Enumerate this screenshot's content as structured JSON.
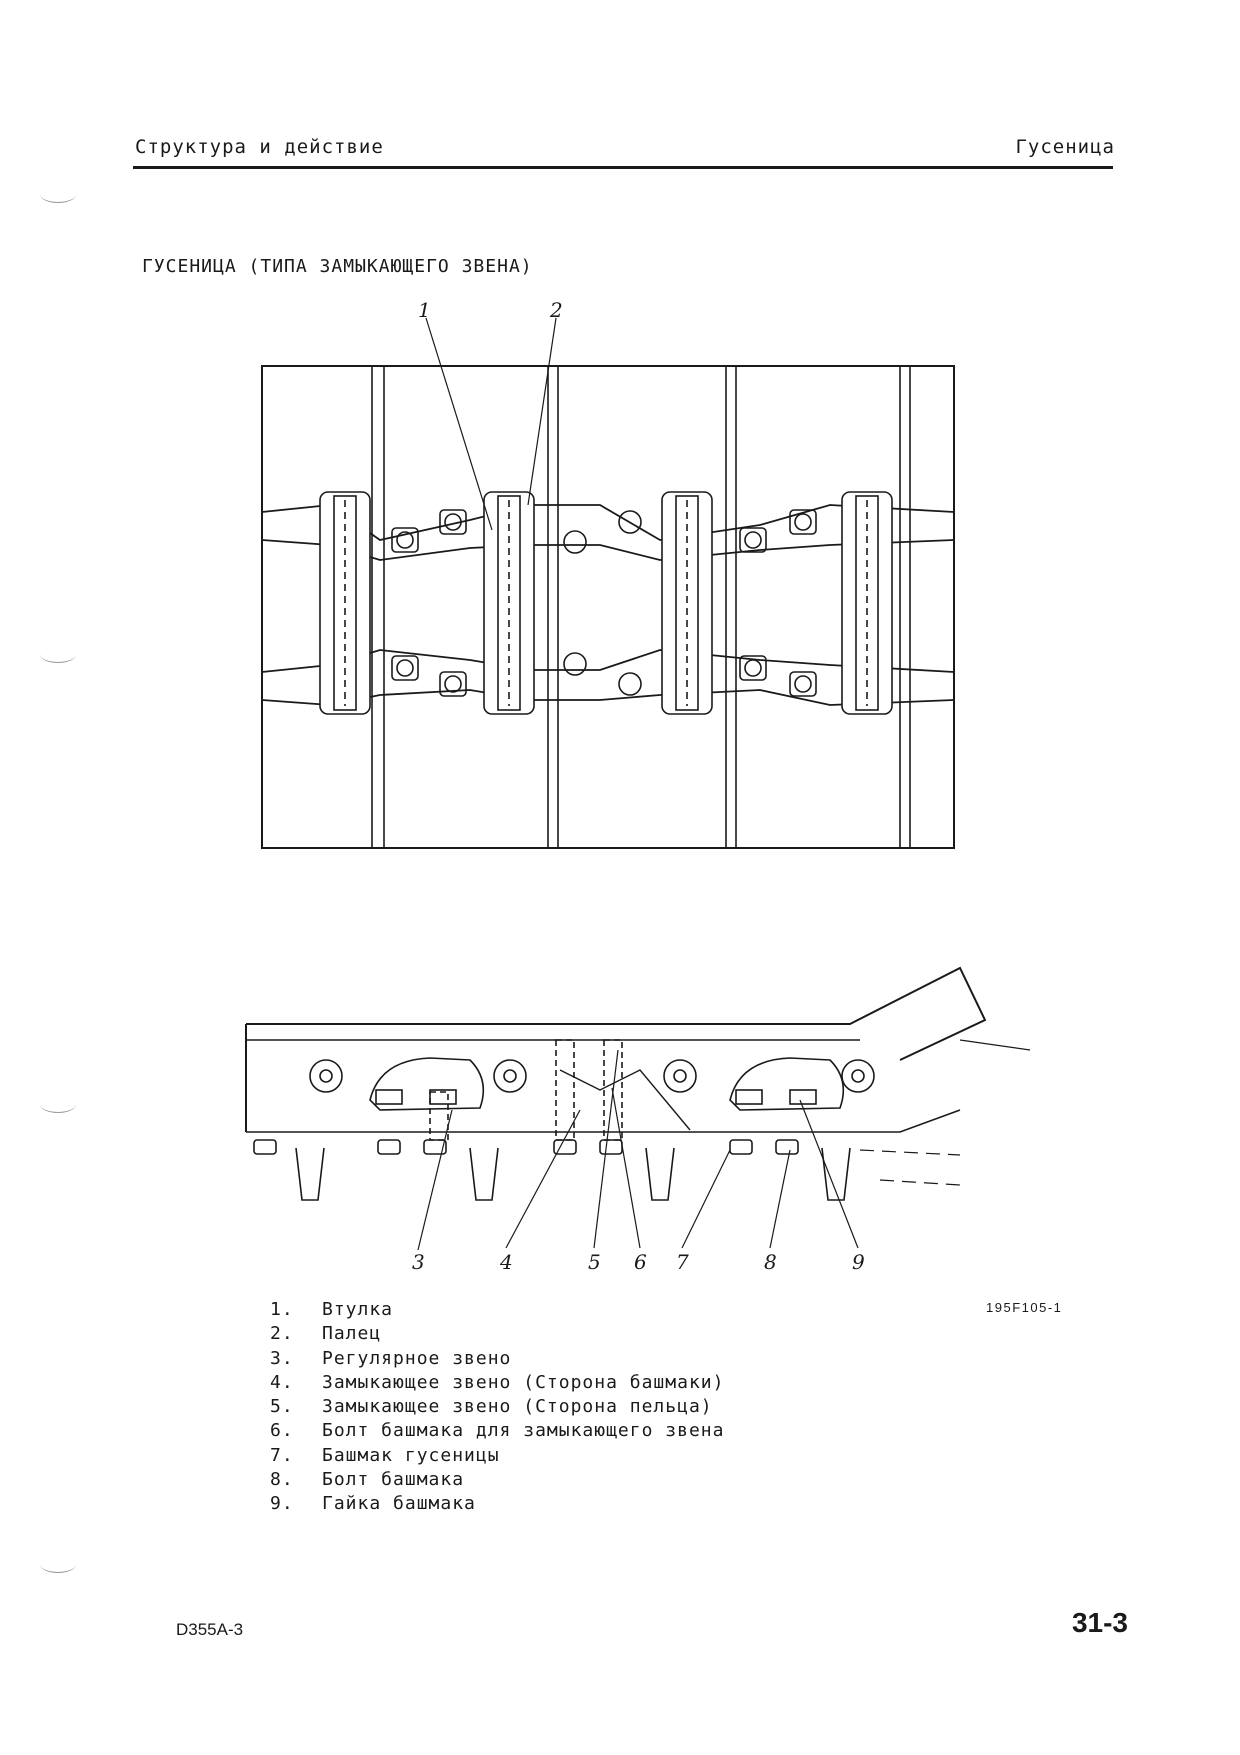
{
  "header": {
    "section": "Структура и действие",
    "topic": "Гусеница"
  },
  "figure": {
    "title": "ГУСЕНИЦА (ТИПА ЗАМЫКАЮЩЕГО ЗВЕНА)",
    "code": "195F105-1",
    "callouts_top": [
      "1",
      "2"
    ],
    "callouts_bottom": [
      "3",
      "4",
      "5",
      "6",
      "7",
      "8",
      "9"
    ]
  },
  "legend": [
    {
      "num": "1.",
      "label": "Втулка"
    },
    {
      "num": "2.",
      "label": "Палец"
    },
    {
      "num": "3.",
      "label": "Регулярное звено"
    },
    {
      "num": "4.",
      "label": "Замыкающее звено (Сторона башмаки)"
    },
    {
      "num": "5.",
      "label": "Замыкающее звено (Сторона пельца)"
    },
    {
      "num": "6.",
      "label": "Болт башмака для замыкающего звена"
    },
    {
      "num": "7.",
      "label": "Башмак гусеницы"
    },
    {
      "num": "8.",
      "label": "Болт башмака"
    },
    {
      "num": "9.",
      "label": "Гайка башмака"
    }
  ],
  "footer": {
    "model": "D355A-3",
    "page": "31-3"
  }
}
